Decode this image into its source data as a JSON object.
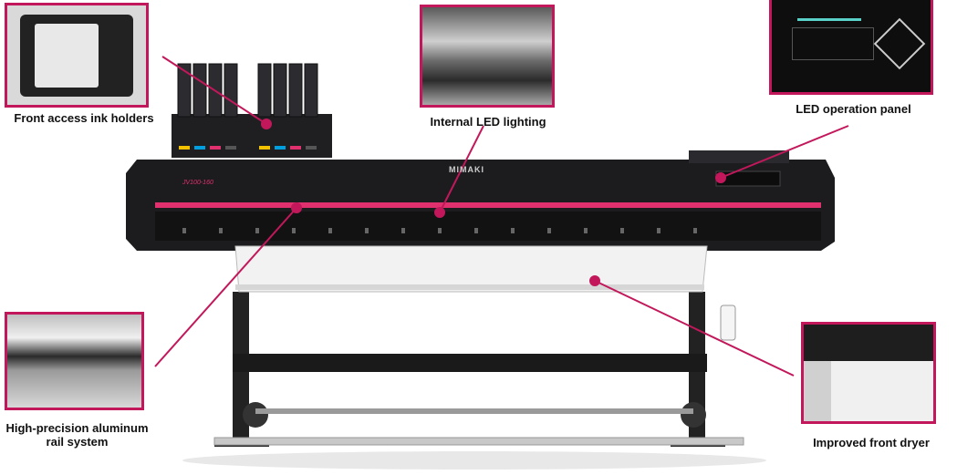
{
  "captions": {
    "ink_holders": "Front access ink holders",
    "led_lighting": "Internal LED lighting",
    "operation_panel": "LED operation panel",
    "rail_system_line1": "High-precision aluminum",
    "rail_system_line2": "rail system",
    "front_dryer": "Improved front dryer"
  },
  "brand": "MIMAKI",
  "model": "JV100-160",
  "colors": {
    "accent": "#c2185b",
    "body": "#1c1c1f",
    "stripe": "#e0306e"
  }
}
